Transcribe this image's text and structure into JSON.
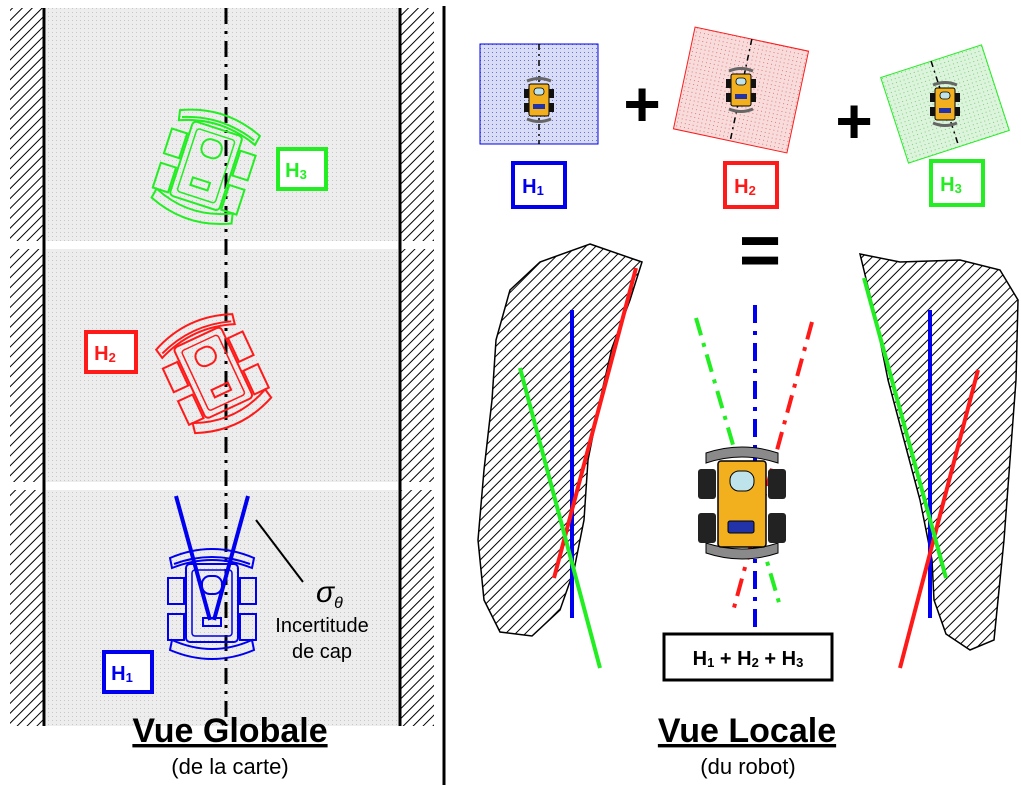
{
  "colors": {
    "h1": "#0000ee",
    "h2": "#ff1a1a",
    "h3": "#22ee22",
    "wall": "#000000",
    "road": "#e6e6e6",
    "robot_body": "#f2b01e",
    "robot_glass": "#bfe3ea",
    "robot_dark": "#2233aa"
  },
  "global": {
    "title": "Vue Globale",
    "subtitle": "(de la carte)",
    "sigma": "σ",
    "sigma_sub": "θ",
    "uncertainty_line1": "Incertitude",
    "uncertainty_line2": "de cap"
  },
  "local": {
    "title": "Vue Locale",
    "subtitle": "(du robot)",
    "plus": "+",
    "equals": "=",
    "sum": {
      "a": "H",
      "a_sub": "1",
      "plus1": " + ",
      "b": "H",
      "b_sub": "2",
      "plus2": " + ",
      "c": "H",
      "c_sub": "3"
    }
  },
  "hypotheses": [
    {
      "id": "h1",
      "label": "H",
      "sub": "1",
      "color_key": "h1"
    },
    {
      "id": "h2",
      "label": "H",
      "sub": "2",
      "color_key": "h2"
    },
    {
      "id": "h3",
      "label": "H",
      "sub": "3",
      "color_key": "h3"
    }
  ]
}
